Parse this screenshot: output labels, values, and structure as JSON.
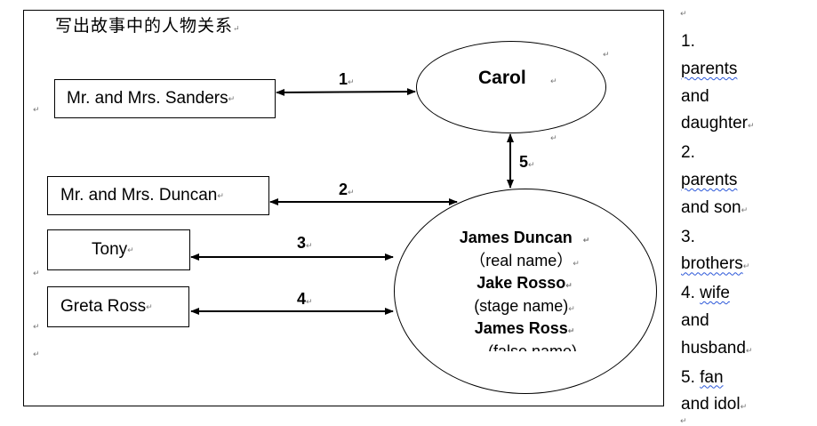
{
  "title": "写出故事中的人物关系",
  "characters": {
    "sanders": "Mr. and Mrs. Sanders",
    "duncan": "Mr. and Mrs. Duncan",
    "tony": "Tony",
    "greta": "Greta Ross",
    "carol": "Carol",
    "james": {
      "name1": "James Duncan",
      "note1": "（real name）",
      "name2": "Jake Rosso",
      "note2": "(stage name)",
      "name3": "James Ross",
      "note3": "(false name)"
    }
  },
  "links": [
    {
      "label": "1"
    },
    {
      "label": "2"
    },
    {
      "label": "3"
    },
    {
      "label": "4"
    },
    {
      "label": "5"
    }
  ],
  "relations": [
    {
      "number": "1.",
      "words": [
        "parents",
        "and",
        "daughter"
      ]
    },
    {
      "number": "2.",
      "words": [
        "parents",
        "and son"
      ]
    },
    {
      "number": "3.",
      "words": [
        "brothers"
      ]
    },
    {
      "number": "4.",
      "words": [
        "wife",
        "and",
        "husband"
      ]
    },
    {
      "number": "5.",
      "words": [
        "fan",
        "and idol"
      ]
    }
  ],
  "paragraph_mark": "↵"
}
